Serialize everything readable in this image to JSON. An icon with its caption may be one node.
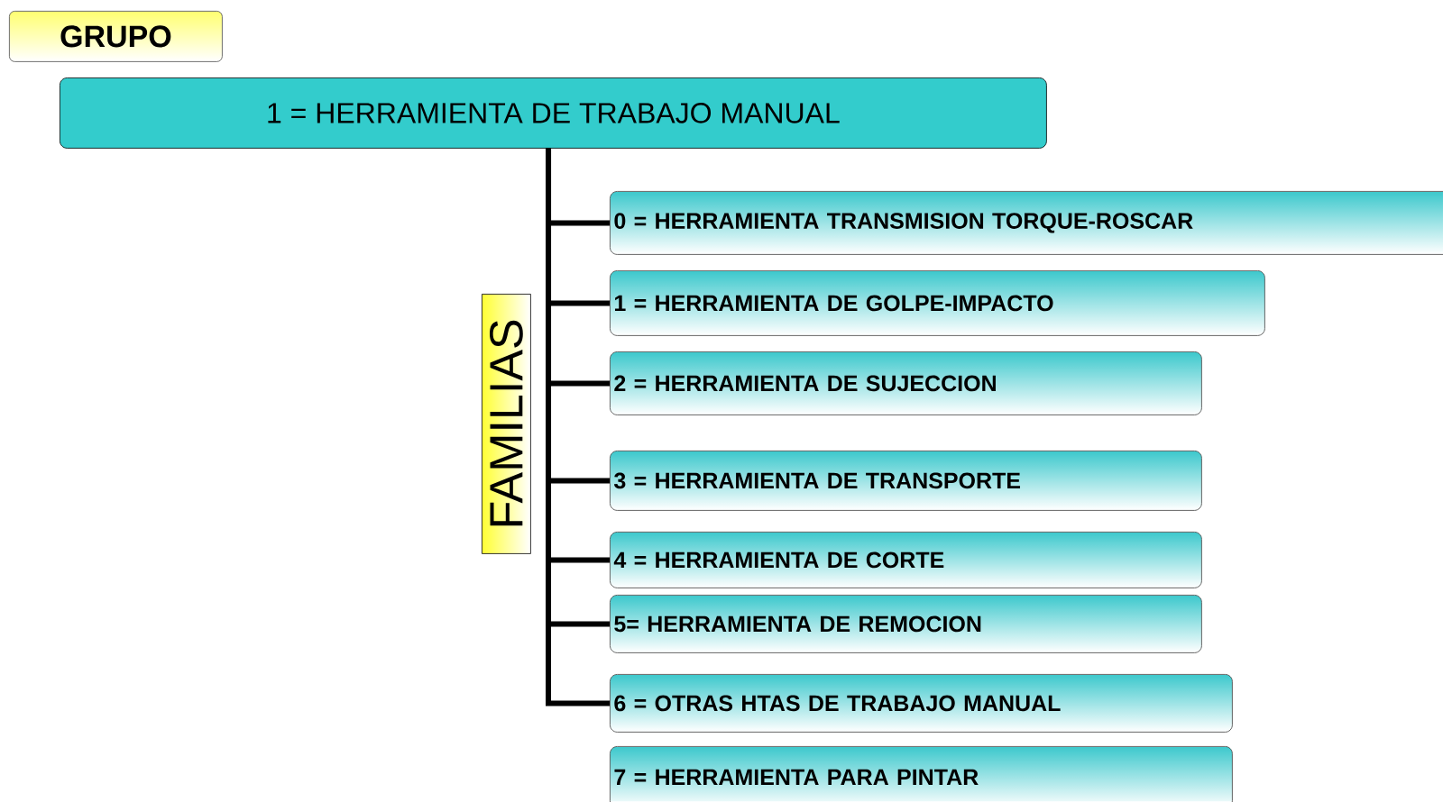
{
  "diagram": {
    "nodes": [
      {
        "text": [
          "GRUPO"
        ]
      },
      {
        "text": [
          "1 = HERRAMIENTA DE TRABAJO MANUAL"
        ]
      },
      {
        "text": [
          "FAMILIAS"
        ]
      },
      {
        "text": [
          "0 = HERRAMIENTA TRANSMISION TORQUE-ROSCAR"
        ]
      },
      {
        "text": [
          "1 = HERRAMIENTA DE GOLPE-IMPACTO"
        ]
      },
      {
        "text": [
          "2 = HERRAMIENTA DE SUJECCION"
        ]
      },
      {
        "text": [
          "3 = HERRAMIENTA DE TRANSPORTE"
        ]
      },
      {
        "text": [
          "4 = HERRAMIENTA DE CORTE"
        ]
      },
      {
        "text": [
          "5= HERRAMIENTA DE REMOCION"
        ]
      },
      {
        "text": [
          "6 = OTRAS HTAS DE TRABAJO MANUAL"
        ]
      },
      {
        "text": [
          "7 = HERRAMIENTA PARA PINTAR"
        ]
      }
    ],
    "edges": [
      {
        "from": 1,
        "to": 3,
        "arrow": "none"
      },
      {
        "from": 1,
        "to": 4,
        "arrow": "none"
      },
      {
        "from": 1,
        "to": 5,
        "arrow": "none"
      },
      {
        "from": 1,
        "to": 6,
        "arrow": "none"
      },
      {
        "from": 1,
        "to": 7,
        "arrow": "none"
      },
      {
        "from": 1,
        "to": 8,
        "arrow": "none"
      },
      {
        "from": 1,
        "to": 9,
        "arrow": "none"
      }
    ]
  }
}
